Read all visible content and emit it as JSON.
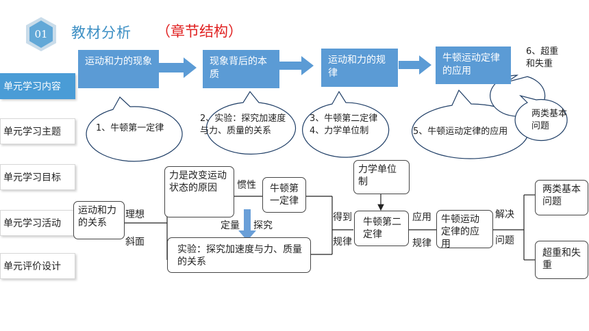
{
  "header": {
    "badge_number": "01",
    "title": "教材分析",
    "subtitle": "（章节结构）"
  },
  "nav": [
    "单元学习内容",
    "单元学习主题",
    "单元学习目标",
    "单元学习活动",
    "单元评价设计"
  ],
  "flow_boxes": [
    "运动和力的现象",
    "现象背后的本质",
    "运动和力的规律",
    "牛顿运动定律的应用"
  ],
  "bubbles": {
    "b1": "1、牛顿第一定律",
    "b2": "2、实验：探究加速度与力、质量的关系",
    "b3_line1": "3、牛顿第二定律",
    "b3_line2": "4、力学单位制",
    "b4": "5、牛顿运动定律的应用",
    "b5": "6、超重和失重",
    "b6": "两类基本问题"
  },
  "diagram": {
    "motion_force": "运动和力的关系",
    "force_change": "力是改变运动状态的原因",
    "newton1": "牛顿第一定律",
    "experiment": "实验：探究加速度与力、质量的关系",
    "unit_system": "力学单位制",
    "newton2": "牛顿第二定律",
    "newton_app": "牛顿运动定律的应用",
    "two_problems": "两类基本问题",
    "overweight": "超重和失重",
    "lbl_ideal": "理想",
    "lbl_incline": "斜面",
    "lbl_inertia": "惯性",
    "lbl_quantitative": "定量",
    "lbl_explore": "探究",
    "lbl_derive": "得到",
    "lbl_law1": "规律",
    "lbl_apply": "应用",
    "lbl_law2": "规律",
    "lbl_solve": "解决",
    "lbl_problem": "问题"
  },
  "colors": {
    "accent_blue": "#5b9bd5",
    "nav_active": "#4a9cd6",
    "title_blue": "#3c8fc4",
    "subtitle_red": "#e02020"
  }
}
